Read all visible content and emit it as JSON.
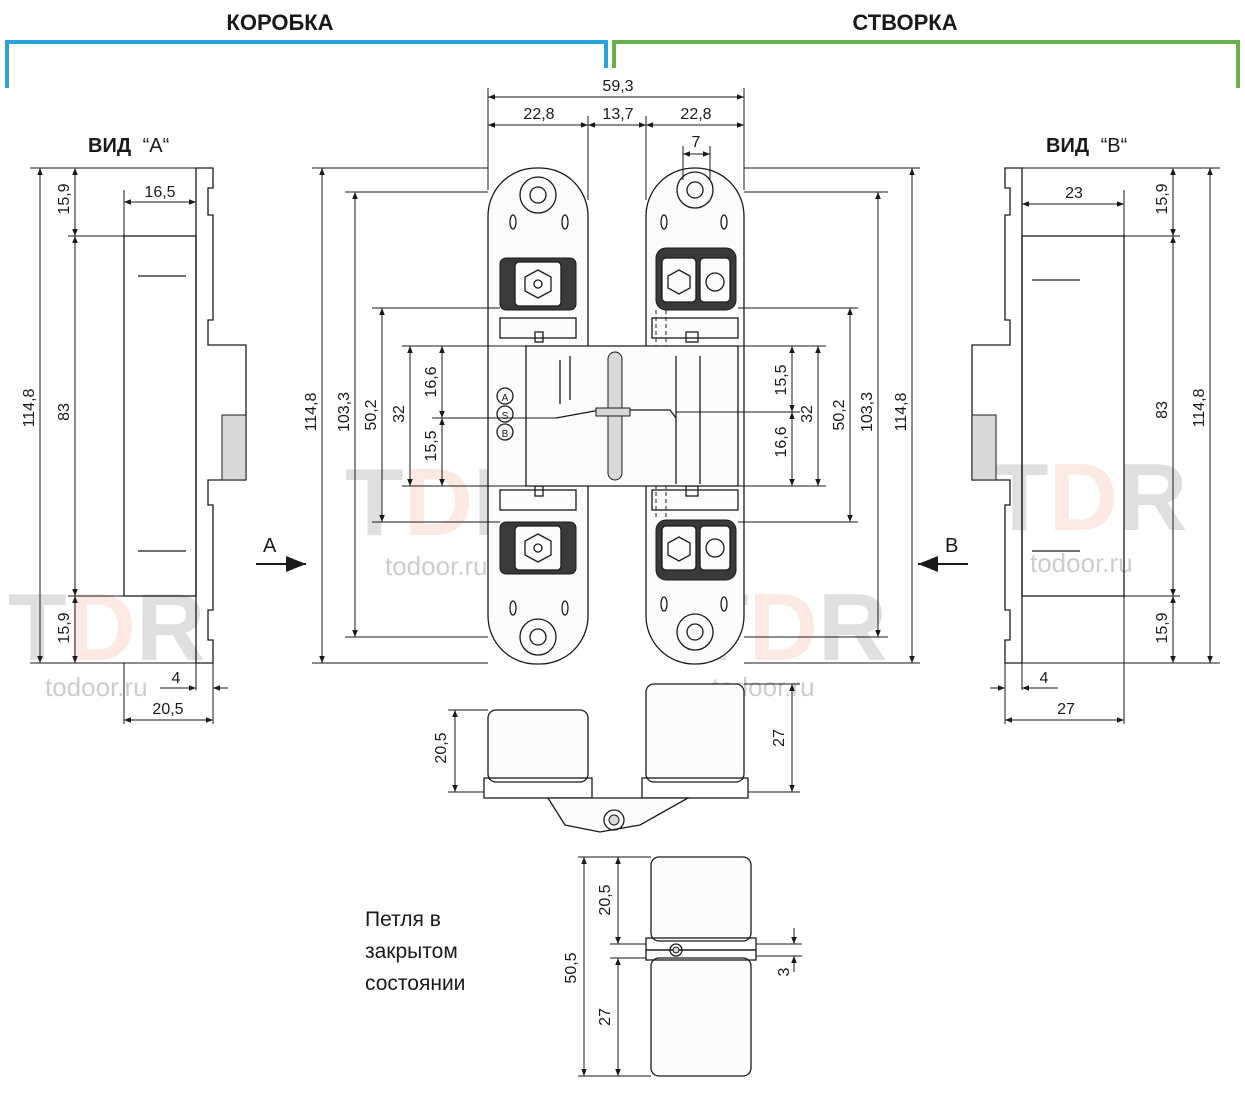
{
  "colors": {
    "box": "#29a3df",
    "sash": "#6ab04c",
    "accent": "#f08a6b",
    "ink": "#1a1a1a"
  },
  "header": {
    "box_label": "КОРОБКА",
    "sash_label": "СТВОРКА"
  },
  "views": {
    "a": {
      "title": "ВИД",
      "mark": "“A“"
    },
    "b": {
      "title": "ВИД",
      "mark": "“B“"
    }
  },
  "arrows": {
    "a": "A",
    "b": "B"
  },
  "dims": {
    "top_total": "59,3",
    "top_left": "22,8",
    "top_mid": "13,7",
    "top_right": "22,8",
    "pin": "7",
    "a_top": "15,9",
    "a_width": "16,5",
    "a_mid": "83",
    "a_total": "114,8",
    "a_bottom": "15,9",
    "a_4": "4",
    "a_depth": "20,5",
    "l_total": "114,8",
    "l_103": "103,3",
    "l_50": "50,2",
    "l_32": "32",
    "l_166": "16,6",
    "l_155": "15,5",
    "r_155": "15,5",
    "r_166": "16,6",
    "r_32": "32",
    "r_50": "50,2",
    "r_103": "103,3",
    "r_total": "114,8",
    "b_top": "15,9",
    "b_width": "23",
    "b_mid": "83",
    "b_total": "114,8",
    "b_bottom": "15,9",
    "b_4": "4",
    "b_depth": "27",
    "bot_left": "20,5",
    "bot_right": "27",
    "cl_205": "20,5",
    "cl_505": "50,5",
    "cl_27": "27",
    "cl_3": "3"
  },
  "closed_note": [
    "Петля в",
    "закрытом",
    "состоянии"
  ],
  "watermark": {
    "logo": "TDR",
    "url": "todoor.ru"
  }
}
